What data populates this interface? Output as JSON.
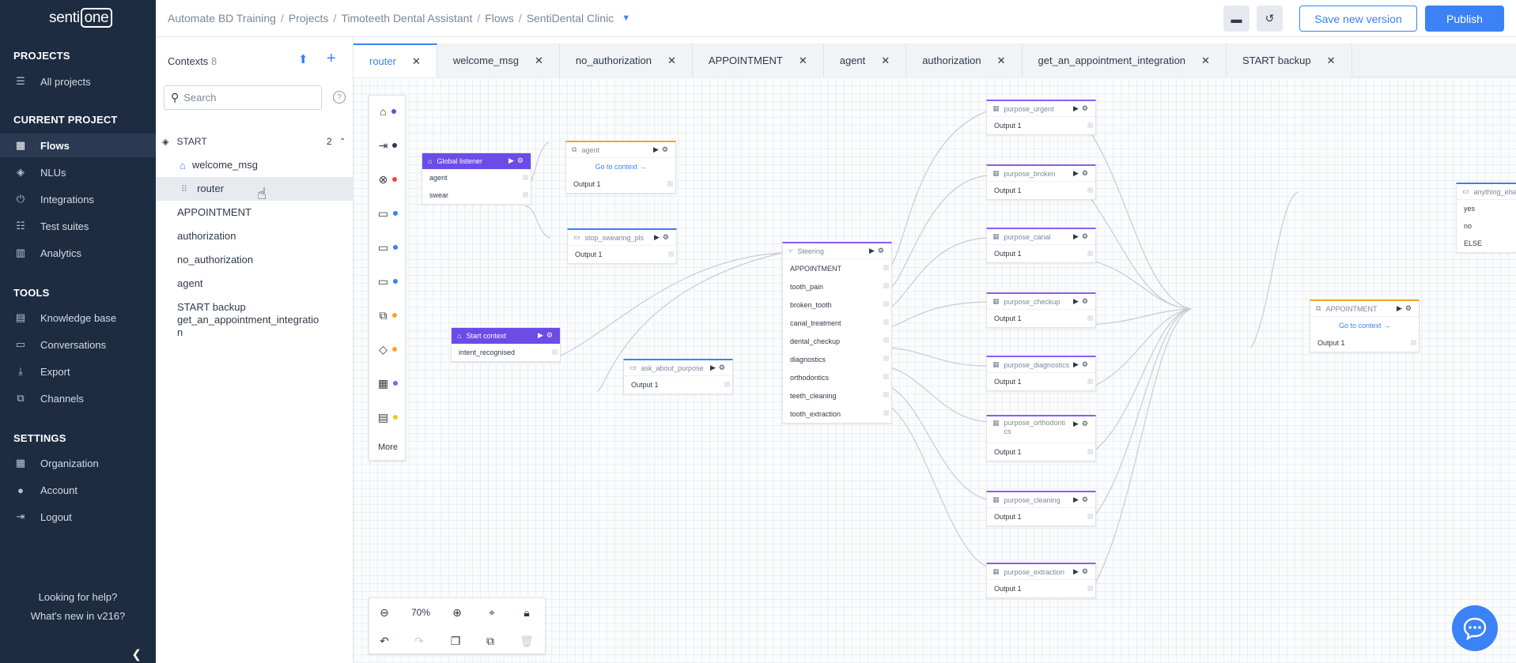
{
  "brand": {
    "logo_text": "senti",
    "logo_box": "one"
  },
  "sidebar": {
    "projects_title": "PROJECTS",
    "all_projects": "All projects",
    "current_title": "CURRENT PROJECT",
    "current_items": [
      {
        "label": "Flows",
        "icon": "flows-icon"
      },
      {
        "label": "NLUs",
        "icon": "nlu-icon"
      },
      {
        "label": "Integrations",
        "icon": "plug-icon"
      },
      {
        "label": "Test suites",
        "icon": "test-icon"
      },
      {
        "label": "Analytics",
        "icon": "chart-icon"
      }
    ],
    "tools_title": "TOOLS",
    "tools_items": [
      {
        "label": "Knowledge base",
        "icon": "book-icon"
      },
      {
        "label": "Conversations",
        "icon": "chat-icon"
      },
      {
        "label": "Export",
        "icon": "download-icon"
      },
      {
        "label": "Channels",
        "icon": "channels-icon"
      }
    ],
    "settings_title": "SETTINGS",
    "settings_items": [
      {
        "label": "Organization",
        "icon": "building-icon"
      },
      {
        "label": "Account",
        "icon": "user-icon"
      },
      {
        "label": "Logout",
        "icon": "logout-icon"
      }
    ],
    "help": "Looking for help?",
    "whats_new": "What's new in v216?"
  },
  "header": {
    "breadcrumb": [
      "Automate BD Training",
      "Projects",
      "Timoteeth Dental Assistant",
      "Flows",
      "SentiDental Clinic"
    ],
    "save_label": "Save new version",
    "publish_label": "Publish"
  },
  "contexts": {
    "title": "Contexts",
    "count": "8",
    "search_placeholder": "Search",
    "group": {
      "label": "START",
      "count": "2"
    },
    "group_children": [
      "welcome_msg",
      "router"
    ],
    "items": [
      "APPOINTMENT",
      "authorization",
      "no_authorization",
      "agent",
      "START backup",
      "get_an_appointment_integratio\nn"
    ]
  },
  "tabs": [
    "router",
    "welcome_msg",
    "no_authorization",
    "APPOINTMENT",
    "agent",
    "authorization",
    "get_an_appointment_integration",
    "START backup"
  ],
  "canvas": {
    "toolbox_more": "More",
    "zoom_level": "70%",
    "nodes": {
      "global_listener": {
        "title": "Global listener",
        "outputs": [
          "agent",
          "swear"
        ]
      },
      "agent": {
        "title": "agent",
        "goto": "Go to context",
        "outputs": [
          "Output 1"
        ]
      },
      "stop_swearing": {
        "title": "stop_swearing_pls",
        "outputs": [
          "Output 1"
        ]
      },
      "start_context": {
        "title": "Start context",
        "outputs": [
          "intent_recognised"
        ]
      },
      "ask_about_purpose": {
        "title": "ask_about_purpose",
        "outputs": [
          "Output 1"
        ]
      },
      "steering": {
        "title": "Steering",
        "outputs": [
          "APPOINTMENT",
          "tooth_pain",
          "broken_tooth",
          "canal_treatment",
          "dental_checkup",
          "diagnostics",
          "orthodontics",
          "teeth_cleaning",
          "tooth_extraction"
        ]
      },
      "purposes": [
        {
          "title": "purpose_urgent",
          "output": "Output 1"
        },
        {
          "title": "purpose_broken",
          "output": "Output 1"
        },
        {
          "title": "purpose_canal",
          "output": "Output 1"
        },
        {
          "title": "purpose_checkup",
          "output": "Output 1"
        },
        {
          "title": "purpose_diagnostics",
          "output": "Output 1"
        },
        {
          "title": "purpose_orthodonti\ncs",
          "output": "Output 1"
        },
        {
          "title": "purpose_cleaning",
          "output": "Output 1"
        },
        {
          "title": "purpose_extraction",
          "output": "Output 1"
        }
      ],
      "appointment": {
        "title": "APPOINTMENT",
        "goto": "Go to context",
        "outputs": [
          "Output 1"
        ]
      },
      "anything_else": {
        "title": "anything_else",
        "outputs": [
          "yes",
          "no",
          "ELSE"
        ]
      }
    }
  },
  "colors": {
    "accent": "#3b82f6",
    "sidebar_bg": "#1e2c41",
    "purple": "#8b5cf6",
    "orange": "#f5a623",
    "blue": "#3b82f6"
  }
}
